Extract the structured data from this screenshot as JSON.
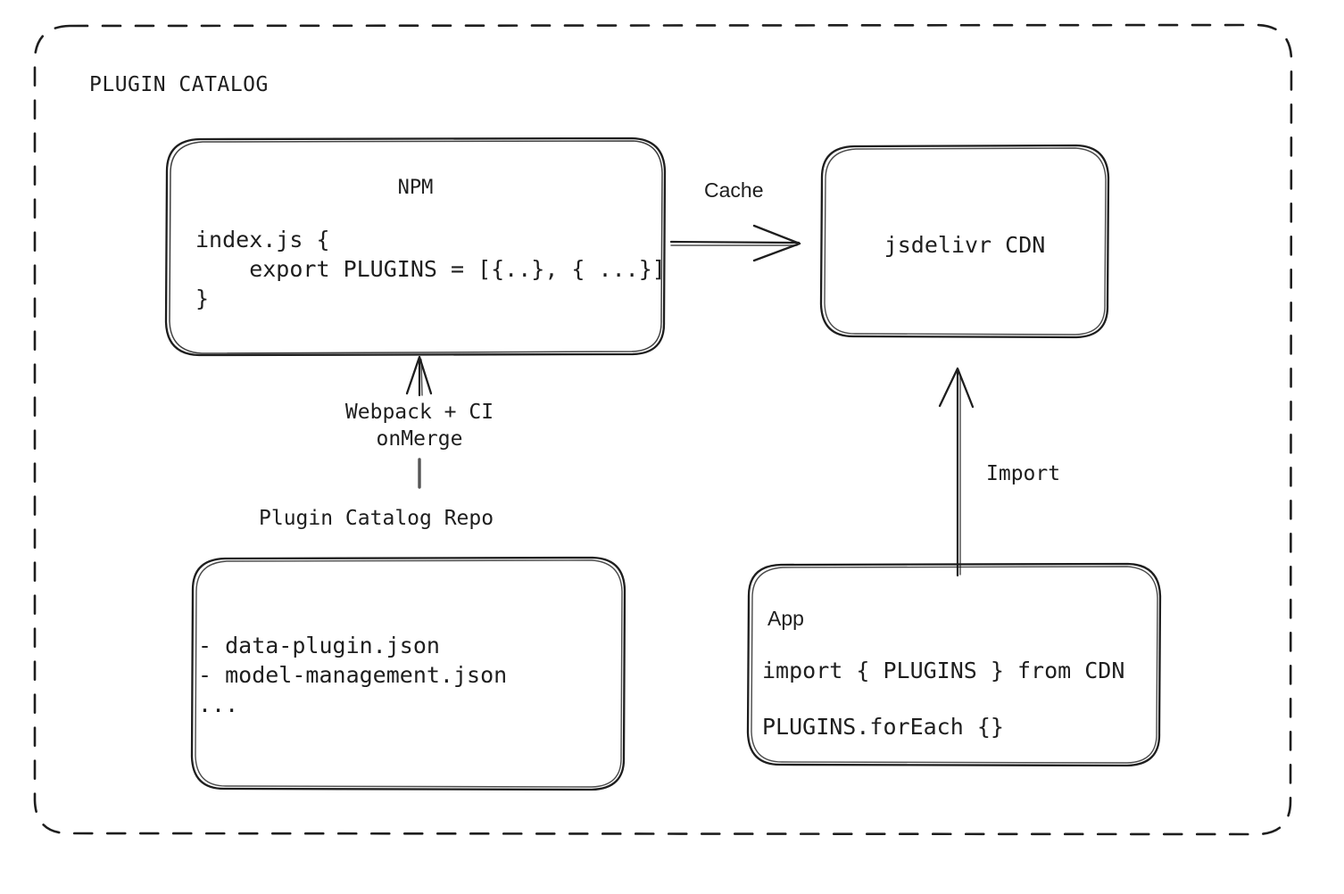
{
  "diagram": {
    "container": {
      "title": "PLUGIN CATALOG",
      "border_style": "dashed",
      "stroke_color": "#1e1e1e"
    },
    "nodes": {
      "npm": {
        "title": "NPM",
        "code_lines": [
          "index.js {",
          "    export PLUGINS = [{..}, { ...}]",
          "}"
        ],
        "code_text": "index.js {\n    export PLUGINS = [{..}, { ...}]\n}"
      },
      "cdn": {
        "title": "jsdelivr CDN"
      },
      "repo": {
        "label": "Plugin Catalog Repo",
        "code_lines": [
          "- data-plugin.json",
          "- model-management.json",
          "..."
        ],
        "code_text": "- data-plugin.json\n- model-management.json\n..."
      },
      "app": {
        "title": "App",
        "line_import": "import { PLUGINS } from CDN",
        "line_foreach": "PLUGINS.forEach {}"
      }
    },
    "edges": {
      "cache": {
        "label": "Cache",
        "from": "npm",
        "to": "cdn",
        "direction": "right"
      },
      "build": {
        "label": "Webpack + CI\nonMerge",
        "label_line1": "Webpack + CI",
        "label_line2": "onMerge",
        "from": "repo",
        "to": "npm",
        "direction": "up"
      },
      "import": {
        "label": "Import",
        "from": "app",
        "to": "cdn",
        "direction": "up"
      }
    }
  }
}
